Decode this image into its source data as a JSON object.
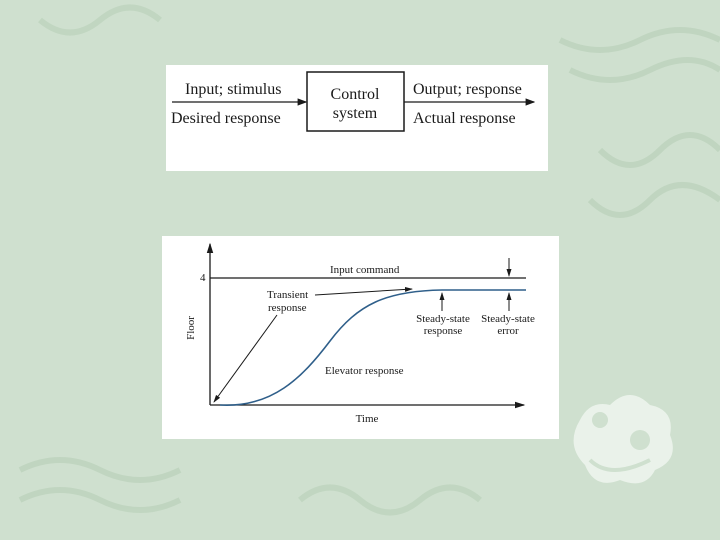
{
  "block_diagram": {
    "input_top": "Input; stimulus",
    "input_bottom": "Desired response",
    "box_line1": "Control",
    "box_line2": "system",
    "output_top": "Output; response",
    "output_bottom": "Actual response"
  },
  "chart_data": {
    "type": "line",
    "xlabel": "Time",
    "ylabel": "Floor",
    "y_tick": "4",
    "series": [
      {
        "name": "Input command",
        "style": "step",
        "color": "#1a1a1a"
      },
      {
        "name": "Elevator response",
        "style": "s-curve",
        "color": "#2f5f8a"
      }
    ],
    "annotations": {
      "input_command": "Input command",
      "transient_line1": "Transient",
      "transient_line2": "response",
      "steady_state_line1": "Steady-state",
      "steady_state_line2": "response",
      "steady_error_line1": "Steady-state",
      "steady_error_line2": "error",
      "elevator_response": "Elevator response"
    }
  },
  "colors": {
    "background": "#cfe0cf",
    "panel": "#ffffff",
    "response_curve": "#2f5f8a",
    "decoration": "#b6cfb6"
  }
}
